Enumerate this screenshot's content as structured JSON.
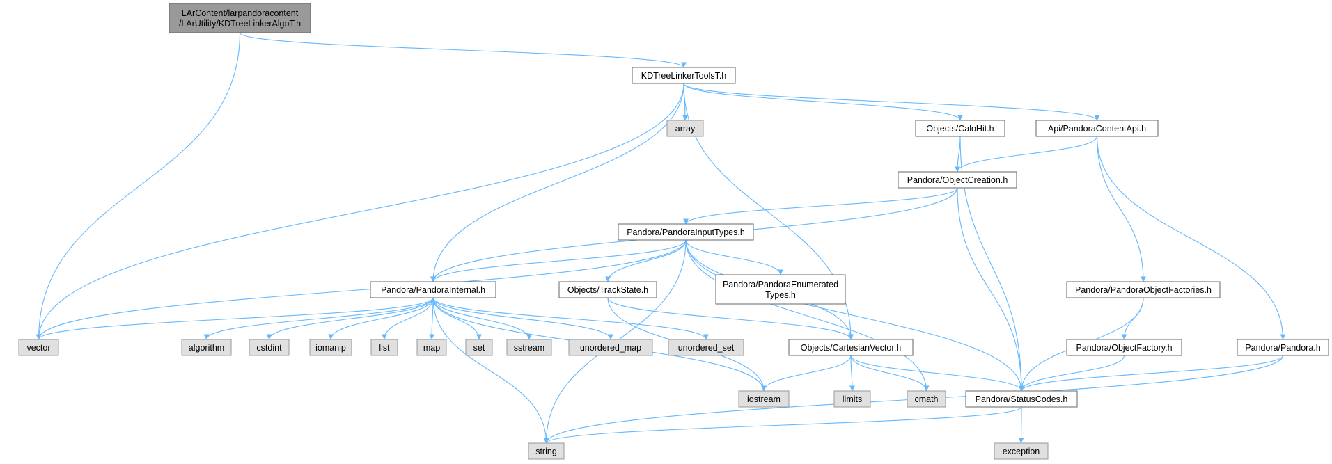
{
  "colors": {
    "root_fill": "#999999",
    "root_border": "#666666",
    "local_fill": "#ffffff",
    "local_border": "#666666",
    "system_fill": "#e0e0e0",
    "system_border": "#999999",
    "edge": "#63b8ff"
  },
  "nodes": {
    "root": {
      "lines": [
        "LArContent/larpandoracontent",
        "/LArUtility/KDTreeLinkerAlgoT.h"
      ],
      "kind": "root"
    },
    "kdtools": {
      "lines": [
        "KDTreeLinkerToolsT.h"
      ],
      "kind": "local"
    },
    "array": {
      "lines": [
        "array"
      ],
      "kind": "system"
    },
    "calohit": {
      "lines": [
        "Objects/CaloHit.h"
      ],
      "kind": "local"
    },
    "contentapi": {
      "lines": [
        "Api/PandoraContentApi.h"
      ],
      "kind": "local"
    },
    "objcreation": {
      "lines": [
        "Pandora/ObjectCreation.h"
      ],
      "kind": "local"
    },
    "inputtypes": {
      "lines": [
        "Pandora/PandoraInputTypes.h"
      ],
      "kind": "local"
    },
    "internal": {
      "lines": [
        "Pandora/PandoraInternal.h"
      ],
      "kind": "local"
    },
    "trackstate": {
      "lines": [
        "Objects/TrackState.h"
      ],
      "kind": "local"
    },
    "enumerated": {
      "lines": [
        "Pandora/PandoraEnumerated",
        "Types.h"
      ],
      "kind": "local"
    },
    "objfactories": {
      "lines": [
        "Pandora/PandoraObjectFactories.h"
      ],
      "kind": "local"
    },
    "objfactory": {
      "lines": [
        "Pandora/ObjectFactory.h"
      ],
      "kind": "local"
    },
    "pandora": {
      "lines": [
        "Pandora/Pandora.h"
      ],
      "kind": "local"
    },
    "cartesian": {
      "lines": [
        "Objects/CartesianVector.h"
      ],
      "kind": "local"
    },
    "statuscodes": {
      "lines": [
        "Pandora/StatusCodes.h"
      ],
      "kind": "local"
    },
    "vector": {
      "lines": [
        "vector"
      ],
      "kind": "system"
    },
    "algorithm": {
      "lines": [
        "algorithm"
      ],
      "kind": "system"
    },
    "cstdint": {
      "lines": [
        "cstdint"
      ],
      "kind": "system"
    },
    "iomanip": {
      "lines": [
        "iomanip"
      ],
      "kind": "system"
    },
    "list": {
      "lines": [
        "list"
      ],
      "kind": "system"
    },
    "map": {
      "lines": [
        "map"
      ],
      "kind": "system"
    },
    "set": {
      "lines": [
        "set"
      ],
      "kind": "system"
    },
    "sstream": {
      "lines": [
        "sstream"
      ],
      "kind": "system"
    },
    "unordered_map": {
      "lines": [
        "unordered_map"
      ],
      "kind": "system"
    },
    "unordered_set": {
      "lines": [
        "unordered_set"
      ],
      "kind": "system"
    },
    "iostream": {
      "lines": [
        "iostream"
      ],
      "kind": "system"
    },
    "limits": {
      "lines": [
        "limits"
      ],
      "kind": "system"
    },
    "cmath": {
      "lines": [
        "cmath"
      ],
      "kind": "system"
    },
    "string": {
      "lines": [
        "string"
      ],
      "kind": "system"
    },
    "exception": {
      "lines": [
        "exception"
      ],
      "kind": "system"
    }
  },
  "edges": [
    [
      "root",
      "vector"
    ],
    [
      "root",
      "kdtools"
    ],
    [
      "kdtools",
      "vector"
    ],
    [
      "kdtools",
      "array"
    ],
    [
      "kdtools",
      "internal"
    ],
    [
      "kdtools",
      "cartesian"
    ],
    [
      "kdtools",
      "calohit"
    ],
    [
      "kdtools",
      "contentapi"
    ],
    [
      "calohit",
      "objcreation"
    ],
    [
      "calohit",
      "statuscodes"
    ],
    [
      "contentapi",
      "objcreation"
    ],
    [
      "contentapi",
      "objfactories"
    ],
    [
      "contentapi",
      "pandora"
    ],
    [
      "objcreation",
      "internal"
    ],
    [
      "objcreation",
      "inputtypes"
    ],
    [
      "objcreation",
      "statuscodes"
    ],
    [
      "inputtypes",
      "vector"
    ],
    [
      "inputtypes",
      "internal"
    ],
    [
      "inputtypes",
      "string"
    ],
    [
      "inputtypes",
      "trackstate"
    ],
    [
      "inputtypes",
      "enumerated"
    ],
    [
      "inputtypes",
      "cartesian"
    ],
    [
      "inputtypes",
      "cmath"
    ],
    [
      "inputtypes",
      "statuscodes"
    ],
    [
      "internal",
      "vector"
    ],
    [
      "internal",
      "algorithm"
    ],
    [
      "internal",
      "cstdint"
    ],
    [
      "internal",
      "iomanip"
    ],
    [
      "internal",
      "list"
    ],
    [
      "internal",
      "map"
    ],
    [
      "internal",
      "set"
    ],
    [
      "internal",
      "sstream"
    ],
    [
      "internal",
      "unordered_map"
    ],
    [
      "internal",
      "unordered_set"
    ],
    [
      "internal",
      "iostream"
    ],
    [
      "internal",
      "string"
    ],
    [
      "trackstate",
      "cartesian"
    ],
    [
      "trackstate",
      "iostream"
    ],
    [
      "cartesian",
      "iostream"
    ],
    [
      "cartesian",
      "limits"
    ],
    [
      "cartesian",
      "cmath"
    ],
    [
      "cartesian",
      "statuscodes"
    ],
    [
      "objfactories",
      "objfactory"
    ],
    [
      "objfactories",
      "statuscodes"
    ],
    [
      "objfactory",
      "statuscodes"
    ],
    [
      "pandora",
      "statuscodes"
    ],
    [
      "pandora",
      "string"
    ],
    [
      "statuscodes",
      "string"
    ],
    [
      "statuscodes",
      "exception"
    ]
  ]
}
